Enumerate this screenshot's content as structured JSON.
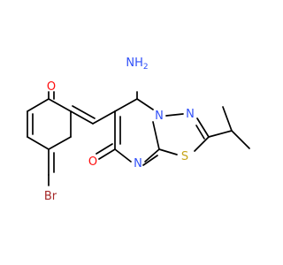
{
  "molecule": {
    "atoms": {
      "o_phenol": "O",
      "nh2": "NH2",
      "n_bridge": "N",
      "n_ring": "N",
      "n_lower": "N",
      "s": "S",
      "o_ketone": "O",
      "br": "Br"
    },
    "colors": {
      "bond": "#000000",
      "oxygen": "#ff0d0d",
      "nitrogen": "#3050f8",
      "sulfur": "#c6a51a",
      "bromine": "#a62929"
    }
  }
}
